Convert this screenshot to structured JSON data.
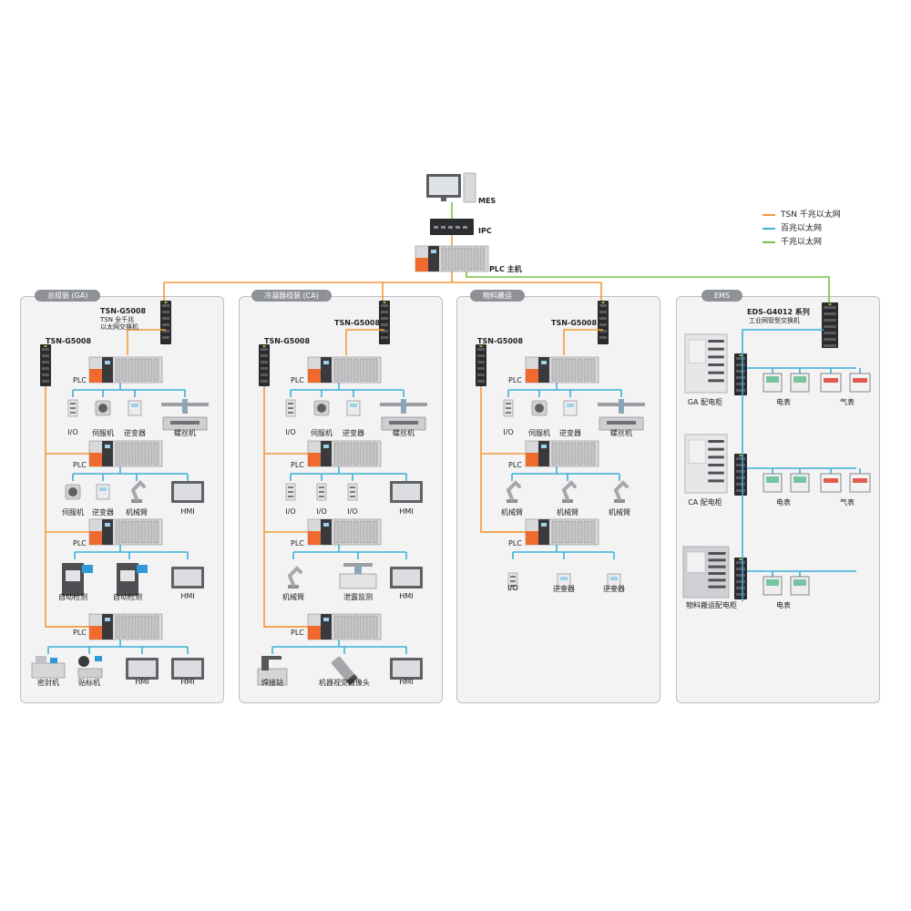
{
  "legend": [
    {
      "label": "TSN 千兆以太网",
      "color": "#f39a3b"
    },
    {
      "label": "百兆以太网",
      "color": "#3db0d8"
    },
    {
      "label": "千兆以太网",
      "color": "#7cbf45"
    }
  ],
  "top": {
    "mes": "MES",
    "ipc": "IPC",
    "plc_main": "PLC 主机"
  },
  "panels": {
    "ga": "总组装 (GA)",
    "ca": "冷凝器组装 (CA)",
    "mh": "物料搬运",
    "ems": "EMS"
  },
  "ga": {
    "sw_main": "TSN-G5008",
    "sw_main_desc1": "TSN 全千兆",
    "sw_main_desc2": "以太网交换机",
    "sw_left": "TSN-G5008",
    "plc": "PLC",
    "r1": [
      "I/O",
      "伺服机",
      "逆变器",
      "螺丝机"
    ],
    "r2": [
      "伺服机",
      "逆变器",
      "机械臂",
      "HMI"
    ],
    "r3": [
      "自动检测",
      "自动检测",
      "HMI"
    ],
    "r4": [
      "密封机",
      "贴标机",
      "HMI",
      "HMI"
    ]
  },
  "ca": {
    "sw_main": "TSN-G5008",
    "sw_left": "TSN-G5008",
    "plc": "PLC",
    "r1": [
      "I/O",
      "伺服机",
      "逆变器",
      "螺丝机"
    ],
    "r2": [
      "I/O",
      "I/O",
      "I/O",
      "HMI"
    ],
    "r3": [
      "机械臂",
      "泄露监测",
      "HMI"
    ],
    "r4": [
      "焊接站",
      "机器视觉摄像头",
      "HMI"
    ]
  },
  "mh": {
    "sw_main": "TSN-G5008",
    "sw_left": "TSN-G5008",
    "plc": "PLC",
    "r1": [
      "I/O",
      "伺服机",
      "逆变器",
      "螺丝机"
    ],
    "r2": [
      "机械臂",
      "机械臂",
      "机械臂"
    ],
    "r3": [
      "I/O",
      "逆变器",
      "逆变器"
    ]
  },
  "ems": {
    "sw": "EDS-G4012 系列",
    "sw_desc": "工业网管型交换机",
    "ga_cab": "GA 配电柜",
    "ca_cab": "CA 配电柜",
    "mh_cab": "物料搬运配电柜",
    "meter": "电表",
    "gas": "气表"
  }
}
